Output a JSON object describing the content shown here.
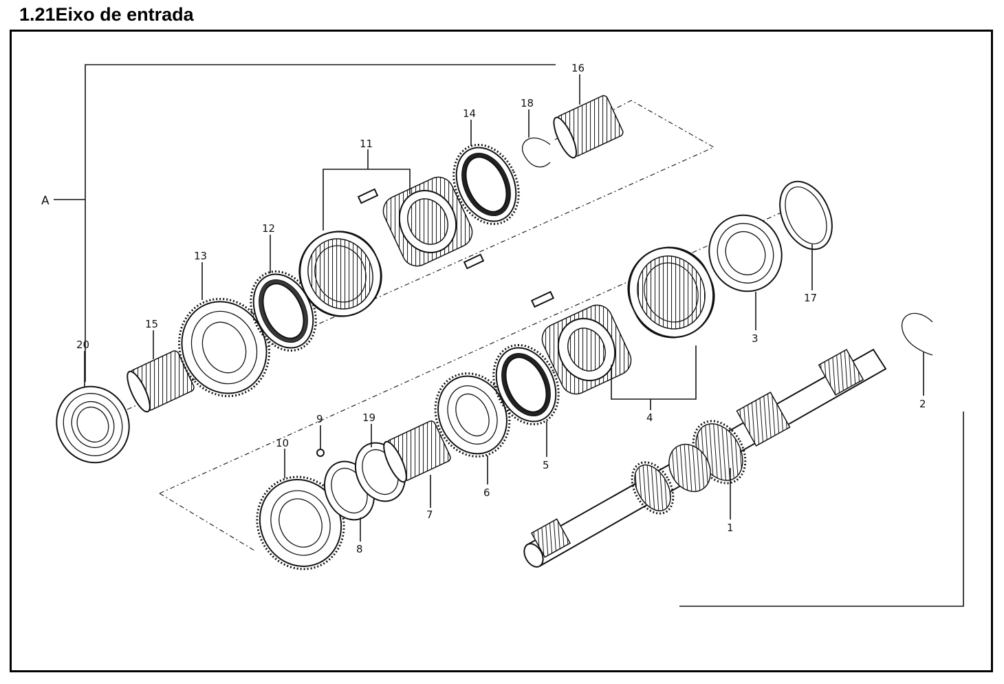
{
  "title": "1.21Eixo de entrada",
  "group_label": "A",
  "callouts": [
    "1",
    "2",
    "3",
    "4",
    "5",
    "6",
    "7",
    "8",
    "9",
    "10",
    "11",
    "12",
    "13",
    "14",
    "15",
    "16",
    "17",
    "18",
    "19",
    "20"
  ]
}
